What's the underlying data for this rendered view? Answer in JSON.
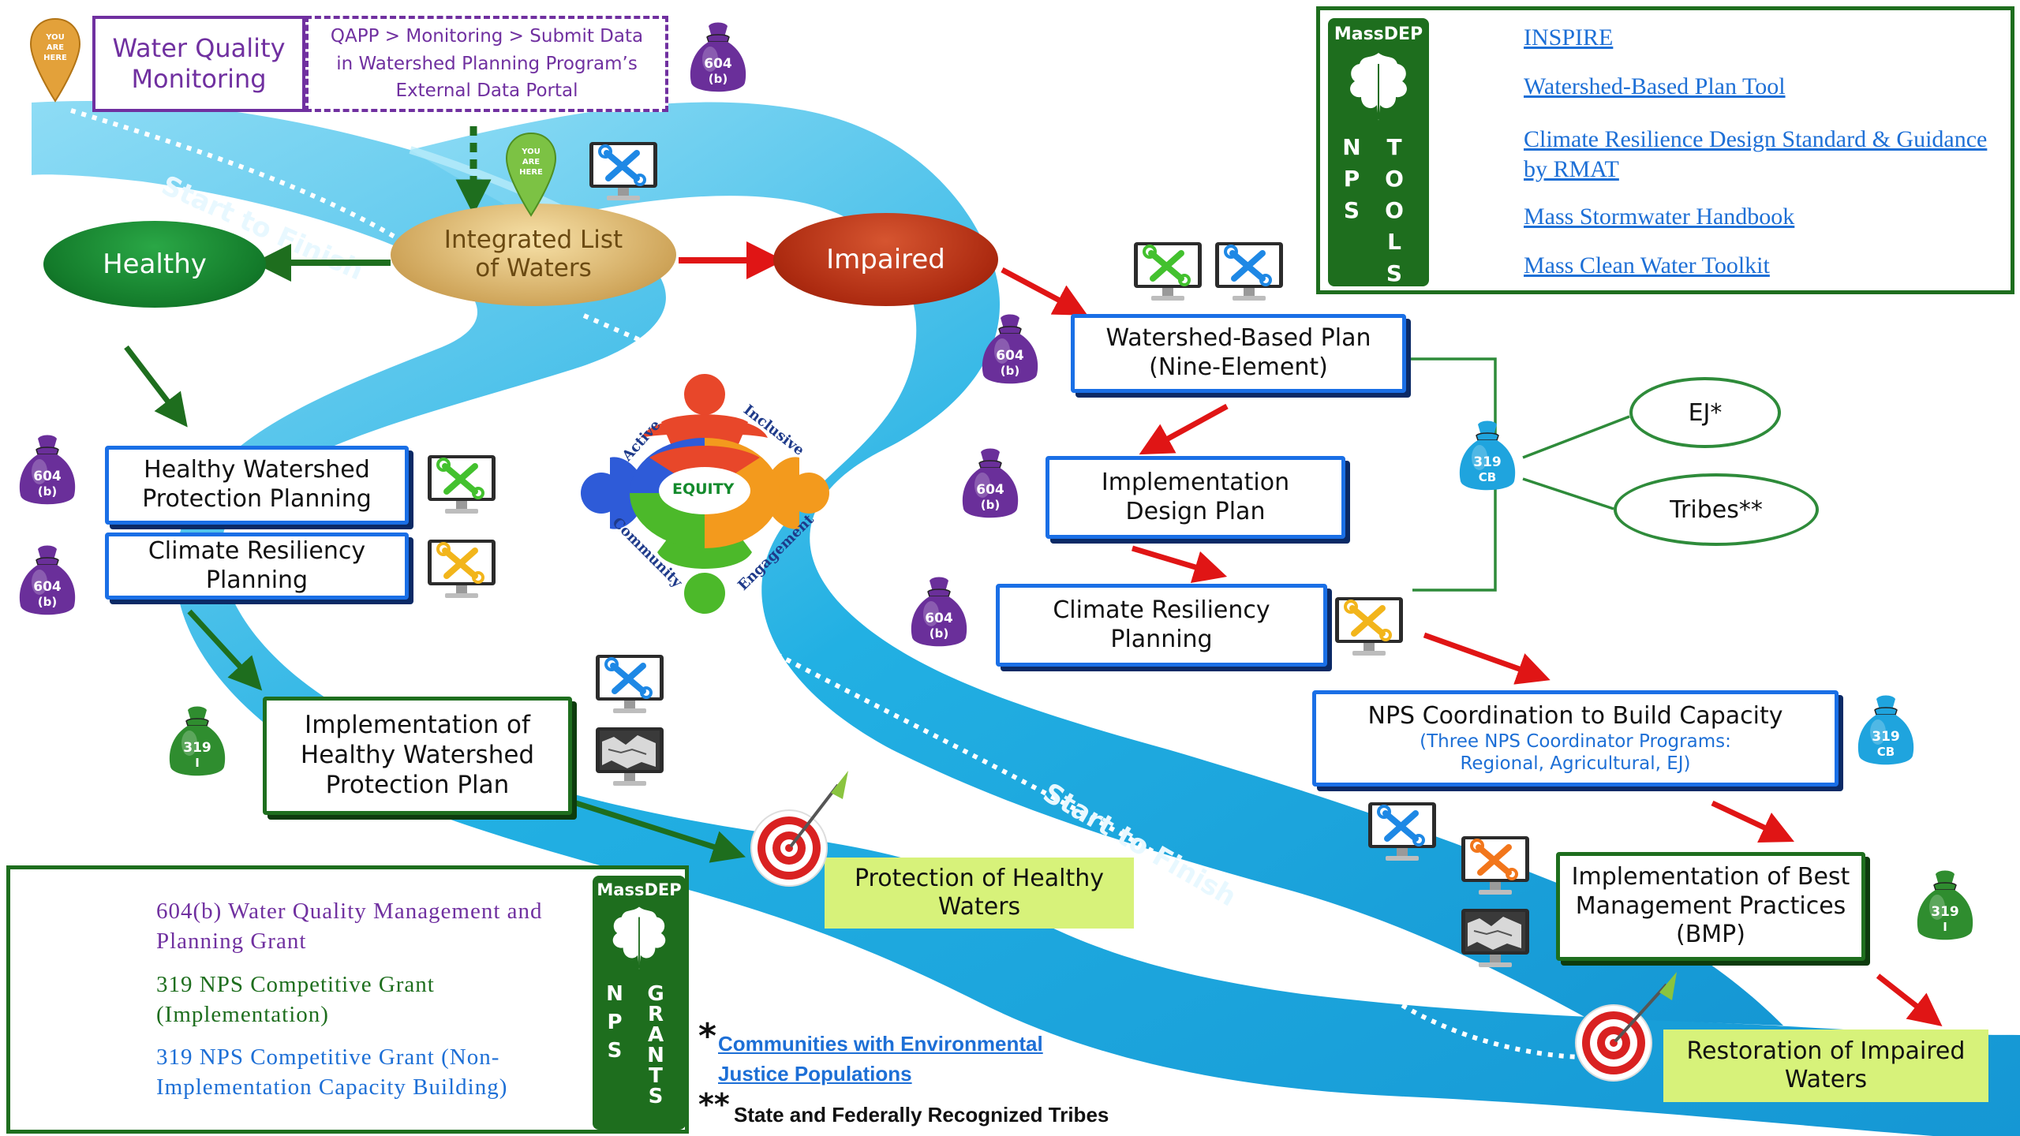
{
  "colors": {
    "river": "#29b6e6",
    "river_light": "#7fd8f4",
    "arrow_red": "#e01515",
    "arrow_green": "#1e6e1e",
    "box_blue": "#1a6fe6",
    "box_green": "#1e6e1e",
    "purple": "#7030a0",
    "lime": "#d7f27a",
    "healthy_green": "#138a2c",
    "impaired_red": "#b02a10",
    "tool_blue": "#1e88e5",
    "tool_green": "#43c12e",
    "tool_yellow": "#f2b51b",
    "tool_orange": "#f2761b",
    "tool_gray": "#9a9a9a",
    "bag_purple": "#6a2f9a",
    "bag_green": "#2f8d2f",
    "bag_blue": "#1fa4de"
  },
  "top": {
    "you_are_here": "YOU ARE HERE",
    "monitoring": "Water Quality Monitoring",
    "qapp": "QAPP > Monitoring > Submit Data in Watershed Planning Program’s External Data Portal",
    "start_to_finish": "Start to Finish"
  },
  "center": {
    "integrated": "Integrated List of Waters",
    "healthy": "Healthy",
    "impaired": "Impaired"
  },
  "equity": {
    "center": "EQUITY",
    "active": "Active",
    "inclusive": "Inclusive",
    "community": "Community",
    "engagement": "Engagement"
  },
  "left_path": {
    "healthy_planning": "Healthy Watershed Protection Planning",
    "climate": "Climate Resiliency Planning",
    "implementation": "Implementation of Healthy Watershed Protection Plan",
    "protection": "Protection of Healthy Waters"
  },
  "right_path": {
    "watershed_plan": "Watershed-Based Plan (Nine-Element)",
    "impl_design": "Implementation Design Plan",
    "climate": "Climate Resiliency Planning",
    "nps_title": "NPS Coordination to Build Capacity",
    "nps_sub": "(Three NPS Coordinator Programs: Regional, Agricultural, EJ)",
    "bmp": "Implementation of Best Management Practices (BMP)",
    "restoration": "Restoration of Impaired Waters",
    "ej": "EJ*",
    "tribes": "Tribes**"
  },
  "bags": {
    "b604_top": "604",
    "b604_bottom": "(b)",
    "b319i_top": "319",
    "b319i_bottom": "I",
    "b319cb_top": "319",
    "b319cb_bottom": "CB"
  },
  "tools": {
    "brand": "MassDEP",
    "side": "NPS TOOLS",
    "items": [
      {
        "label": "INSPIRE",
        "color": "blue"
      },
      {
        "label": "Watershed-Based Plan Tool",
        "color": "green"
      },
      {
        "label": "Climate Resilience Design Standard & Guidance by RMAT",
        "color": "yellow"
      },
      {
        "label": "Mass Stormwater Handbook",
        "color": "orange"
      },
      {
        "label": "Mass Clean Water Toolkit",
        "color": "gray"
      }
    ]
  },
  "grants": {
    "brand": "MassDEP",
    "side": "NPS GRANTS",
    "items": [
      {
        "label": "604(b) Water Quality Management and Planning Grant",
        "bag": "604(b)"
      },
      {
        "label": "319 NPS Competitive Grant (Implementation)",
        "bag": "319 I"
      },
      {
        "label": "319 NPS Competitive Grant (Non-Implementation Capacity Building)",
        "bag": "319 CB"
      }
    ]
  },
  "footnotes": {
    "star1": "*",
    "ej_link": "Communities with Environmental Justice Populations",
    "star2": "**",
    "tribes_note": "State and Federally Recognized Tribes"
  }
}
